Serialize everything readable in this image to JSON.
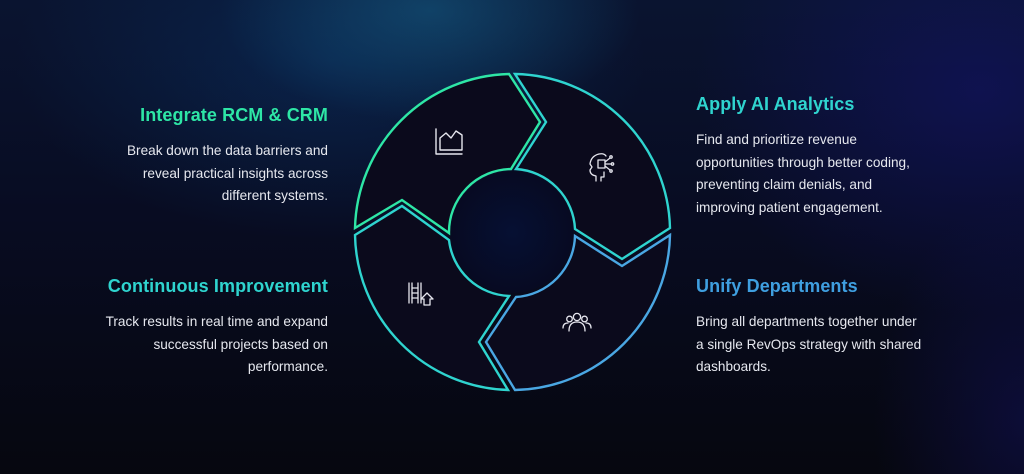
{
  "colors": {
    "teal_green": "#2ee6a6",
    "teal": "#2fd4cf",
    "blue": "#4aa7e3",
    "segment_fill": "#0b0a1c",
    "icon_stroke": "#e6e6ee",
    "text": "#e6e8ef"
  },
  "steps": [
    {
      "id": "integrate",
      "title": "Integrate RCM & CRM",
      "description_lines": [
        "Break down the data barriers and",
        "reveal practical insights across",
        "different systems."
      ],
      "icon": "area-chart-icon",
      "title_color": "#2ee6a6"
    },
    {
      "id": "apply-ai",
      "title": "Apply AI Analytics",
      "description_lines": [
        "Find and prioritize revenue",
        "opportunities through better coding,",
        "preventing claim denials, and",
        "improving patient engagement."
      ],
      "icon": "ai-head-icon",
      "title_color": "#2fd4cf"
    },
    {
      "id": "unify",
      "title": "Unify Departments",
      "description_lines": [
        "Bring all departments together under",
        "a single RevOps strategy with shared",
        "dashboards."
      ],
      "icon": "team-icon",
      "title_color": "#3f9fe0"
    },
    {
      "id": "continuous",
      "title": "Continuous Improvement",
      "description_lines": [
        "Track results in real time and expand",
        "successful projects based on",
        "performance."
      ],
      "icon": "ladder-up-icon",
      "title_color": "#2fd4cf"
    }
  ]
}
